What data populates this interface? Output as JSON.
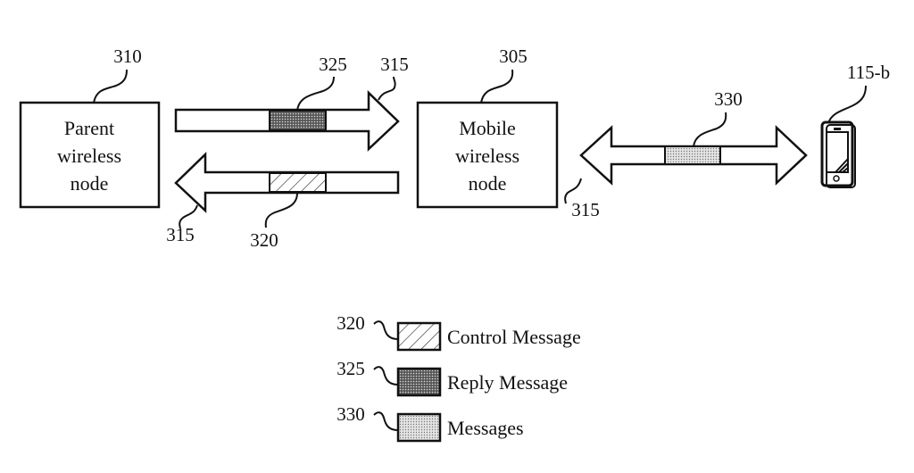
{
  "nodes": {
    "parent": {
      "ref": "310",
      "lines": [
        "Parent",
        "wireless",
        "node"
      ]
    },
    "mobile": {
      "ref": "305",
      "lines": [
        "Mobile",
        "wireless",
        "node"
      ]
    },
    "ue": {
      "ref": "115-b",
      "icon": "smartphone-icon"
    }
  },
  "links": {
    "downlink_arrow_ref": "315",
    "uplink_arrow_ref": "315",
    "access_arrow_ref": "315",
    "reply_ref": "325",
    "control_ref": "320",
    "messages_ref": "330"
  },
  "legend": [
    {
      "ref": "320",
      "label": "Control Message",
      "pattern": "hatch"
    },
    {
      "ref": "325",
      "label": "Reply Message",
      "pattern": "dense-dots"
    },
    {
      "ref": "330",
      "label": "Messages",
      "pattern": "light-dots"
    }
  ]
}
